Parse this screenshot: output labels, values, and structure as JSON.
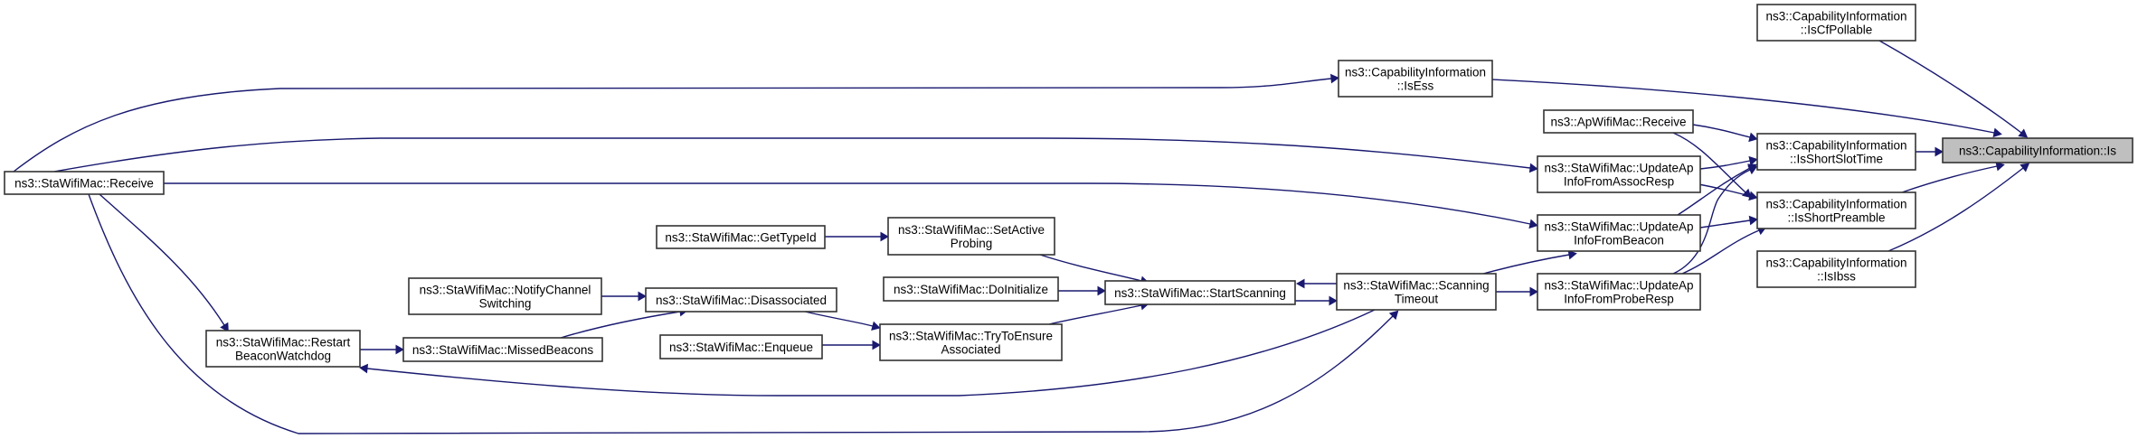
{
  "diagram": {
    "type": "call-graph",
    "colors": {
      "edge": "#191970",
      "target_fill": "#bfbfbf",
      "node_fill": "#ffffff",
      "node_border": "#333333"
    },
    "nodes": [
      {
        "id": "is",
        "lines": [
          "ns3::CapabilityInformation::Is"
        ],
        "target": true
      },
      {
        "id": "iscfpollable",
        "lines": [
          "ns3::CapabilityInformation",
          "::IsCfPollable"
        ]
      },
      {
        "id": "isess",
        "lines": [
          "ns3::CapabilityInformation",
          "::IsEss"
        ]
      },
      {
        "id": "isshortslottime",
        "lines": [
          "ns3::CapabilityInformation",
          "::IsShortSlotTime"
        ]
      },
      {
        "id": "isshortpreamble",
        "lines": [
          "ns3::CapabilityInformation",
          "::IsShortPreamble"
        ]
      },
      {
        "id": "isibss",
        "lines": [
          "ns3::CapabilityInformation",
          "::IsIbss"
        ]
      },
      {
        "id": "apreceive",
        "lines": [
          "ns3::ApWifiMac::Receive"
        ]
      },
      {
        "id": "assocresp",
        "lines": [
          "ns3::StaWifiMac::UpdateAp",
          "InfoFromAssocResp"
        ]
      },
      {
        "id": "beacon",
        "lines": [
          "ns3::StaWifiMac::UpdateAp",
          "InfoFromBeacon"
        ]
      },
      {
        "id": "proberesp",
        "lines": [
          "ns3::StaWifiMac::UpdateAp",
          "InfoFromProbeResp"
        ]
      },
      {
        "id": "scantimeout",
        "lines": [
          "ns3::StaWifiMac::Scanning",
          "Timeout"
        ]
      },
      {
        "id": "startscanning",
        "lines": [
          "ns3::StaWifiMac::StartScanning"
        ]
      },
      {
        "id": "setactiveprobing",
        "lines": [
          "ns3::StaWifiMac::SetActive",
          "Probing"
        ]
      },
      {
        "id": "gettypeid",
        "lines": [
          "ns3::StaWifiMac::GetTypeId"
        ]
      },
      {
        "id": "doinitialize",
        "lines": [
          "ns3::StaWifiMac::DoInitialize"
        ]
      },
      {
        "id": "trytoensure",
        "lines": [
          "ns3::StaWifiMac::TryToEnsure",
          "Associated"
        ]
      },
      {
        "id": "disassociated",
        "lines": [
          "ns3::StaWifiMac::Disassociated"
        ]
      },
      {
        "id": "notifychannel",
        "lines": [
          "ns3::StaWifiMac::NotifyChannel",
          "Switching"
        ]
      },
      {
        "id": "enqueue",
        "lines": [
          "ns3::StaWifiMac::Enqueue"
        ]
      },
      {
        "id": "missedbeacons",
        "lines": [
          "ns3::StaWifiMac::MissedBeacons"
        ]
      },
      {
        "id": "restartwatchdog",
        "lines": [
          "ns3::StaWifiMac::Restart",
          "BeaconWatchdog"
        ]
      },
      {
        "id": "stareceive",
        "lines": [
          "ns3::StaWifiMac::Receive"
        ]
      }
    ],
    "edges": [
      {
        "from": "iscfpollable",
        "to": "is"
      },
      {
        "from": "isess",
        "to": "is"
      },
      {
        "from": "isshortslottime",
        "to": "is"
      },
      {
        "from": "isshortpreamble",
        "to": "is"
      },
      {
        "from": "isibss",
        "to": "is"
      },
      {
        "from": "stareceive",
        "to": "isess"
      },
      {
        "from": "stareceive",
        "to": "assocresp"
      },
      {
        "from": "stareceive",
        "to": "beacon"
      },
      {
        "from": "stareceive",
        "to": "restartwatchdog"
      },
      {
        "from": "stareceive",
        "to": "scantimeout"
      },
      {
        "from": "apreceive",
        "to": "isshortslottime"
      },
      {
        "from": "apreceive",
        "to": "isshortpreamble"
      },
      {
        "from": "assocresp",
        "to": "isshortslottime"
      },
      {
        "from": "assocresp",
        "to": "isshortpreamble"
      },
      {
        "from": "beacon",
        "to": "isshortslottime"
      },
      {
        "from": "beacon",
        "to": "isshortpreamble"
      },
      {
        "from": "proberesp",
        "to": "isshortslottime"
      },
      {
        "from": "proberesp",
        "to": "isshortpreamble"
      },
      {
        "from": "scantimeout",
        "to": "beacon"
      },
      {
        "from": "scantimeout",
        "to": "proberesp"
      },
      {
        "from": "scantimeout",
        "to": "startscanning"
      },
      {
        "from": "scantimeout",
        "to": "restartwatchdog"
      },
      {
        "from": "startscanning",
        "to": "scantimeout"
      },
      {
        "from": "setactiveprobing",
        "to": "startscanning"
      },
      {
        "from": "doinitialize",
        "to": "startscanning"
      },
      {
        "from": "trytoensure",
        "to": "startscanning"
      },
      {
        "from": "gettypeid",
        "to": "setactiveprobing"
      },
      {
        "from": "disassociated",
        "to": "trytoensure"
      },
      {
        "from": "enqueue",
        "to": "trytoensure"
      },
      {
        "from": "notifychannel",
        "to": "disassociated"
      },
      {
        "from": "missedbeacons",
        "to": "disassociated"
      },
      {
        "from": "restartwatchdog",
        "to": "missedbeacons"
      }
    ]
  }
}
